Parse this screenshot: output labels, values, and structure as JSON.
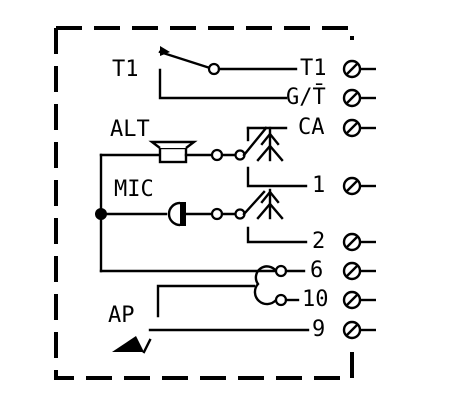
{
  "diagram": {
    "labels": {
      "t1_switch": "T1",
      "alt": "ALT",
      "mic": "MIC",
      "ap": "AP"
    },
    "terminals": [
      {
        "label": "T1"
      },
      {
        "label": "G/T̄"
      },
      {
        "label": "CA"
      },
      {
        "label": "1"
      },
      {
        "label": "2"
      },
      {
        "label": "6"
      },
      {
        "label": "10"
      },
      {
        "label": "9"
      }
    ],
    "colors": {
      "ink": "#000000",
      "background": "#ffffff"
    },
    "icons": [
      "speaker-icon",
      "microphone-icon",
      "terminal-screw-icon",
      "buzzer-icon",
      "switch-contact-icon"
    ]
  }
}
